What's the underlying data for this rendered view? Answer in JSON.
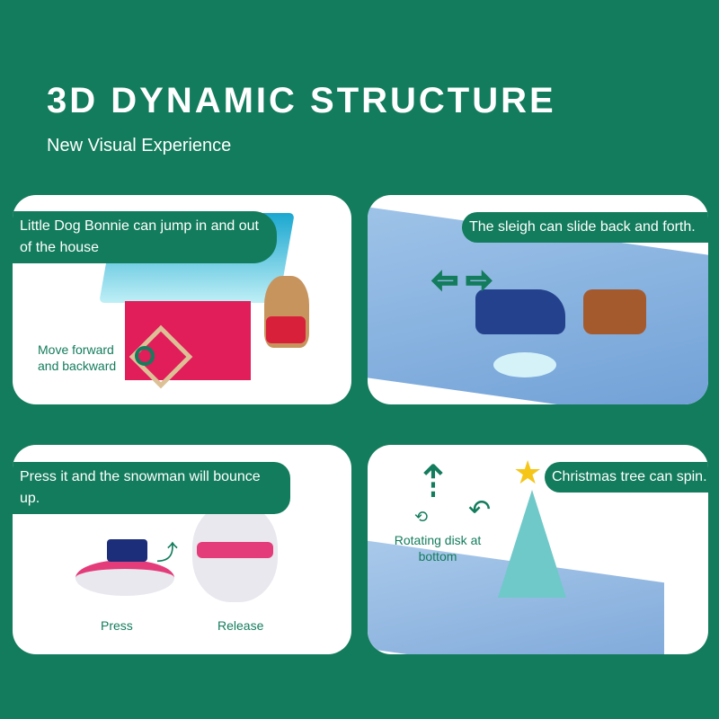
{
  "header": {
    "title": "3D DYNAMIC STRUCTURE",
    "subtitle": "New Visual Experience"
  },
  "cards": [
    {
      "label": "Little Dog Bonnie can jump in and out of the house",
      "note": "Move forward and backward"
    },
    {
      "label": "The sleigh can slide back and forth."
    },
    {
      "label": "Press it and the snowman will bounce up.",
      "press": "Press",
      "release": "Release"
    },
    {
      "label": "Christmas tree can spin.",
      "note": "Rotating disk at bottom"
    }
  ],
  "colors": {
    "background": "#137c5c",
    "card": "#ffffff",
    "accent": "#137c5c"
  }
}
